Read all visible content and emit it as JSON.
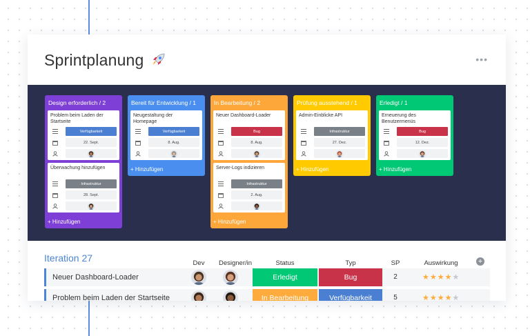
{
  "board": {
    "title": "Sprintplanung",
    "more_label": "•••"
  },
  "columns": [
    {
      "header": "Design erforderlich / 2",
      "color": "#7e3fd6",
      "add_label": "+ Hinzufügen",
      "cards": [
        {
          "title": "Problem beim Laden der Startseite",
          "type": "Verfügbarkeit",
          "type_color": "#4a7fd1",
          "date": "22. Sept.",
          "avatar": "woman-afro"
        },
        {
          "title": "Überwachung hinzufügen",
          "type": "Infrastruktur",
          "type_color": "#7a8088",
          "date": "28. Sept.",
          "avatar": "man-dark-hair"
        }
      ]
    },
    {
      "header": "Bereit für Entwicklung / 1",
      "color": "#4a8fef",
      "add_label": "+ Hinzufügen",
      "cards": [
        {
          "title": "Neugestaltung der Homepage",
          "type": "Verfügbarkeit",
          "type_color": "#4a7fd1",
          "date": "8. Aug.",
          "avatar": "man-grey"
        }
      ]
    },
    {
      "header": "In Bearbeitung / 2",
      "color": "#fda73b",
      "add_label": "+ Hinzufügen",
      "cards": [
        {
          "title": "Neuer Dashboard-Loader",
          "type": "Bug",
          "type_color": "#c8334a",
          "date": "8. Aug.",
          "avatar": "man-beard"
        },
        {
          "title": "Server-Logs indizieren",
          "type": "Infrastruktur",
          "type_color": "#7a8088",
          "date": "2. Aug.",
          "avatar": "man-dark"
        }
      ]
    },
    {
      "header": "Prüfung ausstehend / 1",
      "color": "#ffcb00",
      "add_label": "+ Hinzufügen",
      "cards": [
        {
          "title": "Admin-Einblicke API",
          "type": "Infrastruktur",
          "type_color": "#7a8088",
          "date": "27. Dez.",
          "avatar": "man-red"
        }
      ]
    },
    {
      "header": "Erledigt / 1",
      "color": "#00c875",
      "add_label": "+ Hinzufügen",
      "cards": [
        {
          "title": "Erneuerung des Benutzermenüs",
          "type": "Bug",
          "type_color": "#c8334a",
          "date": "12. Dez.",
          "avatar": "woman-brown"
        }
      ]
    }
  ],
  "table": {
    "group_title": "Iteration 27",
    "headers": {
      "dev": "Dev",
      "designer": "Designer/in",
      "status": "Status",
      "typ": "Typ",
      "sp": "SP",
      "impact": "Auswirkung"
    },
    "add_column_label": "+",
    "rows": [
      {
        "name": "Neuer Dashboard-Loader",
        "status": "Erledigt",
        "status_color": "#00c875",
        "typ": "Bug",
        "typ_color": "#c8334a",
        "sp": "2",
        "stars": 4,
        "stars_text_on": "★★★★",
        "stars_text_off": "★"
      },
      {
        "name": "Problem beim Laden der Startseite",
        "status": "In Bearbeitung",
        "status_color": "#fdab3d",
        "typ": "Verfügbarkeit",
        "typ_color": "#4a7fd1",
        "sp": "5",
        "stars": 4,
        "stars_text_on": "★★★★",
        "stars_text_off": "★"
      }
    ]
  }
}
